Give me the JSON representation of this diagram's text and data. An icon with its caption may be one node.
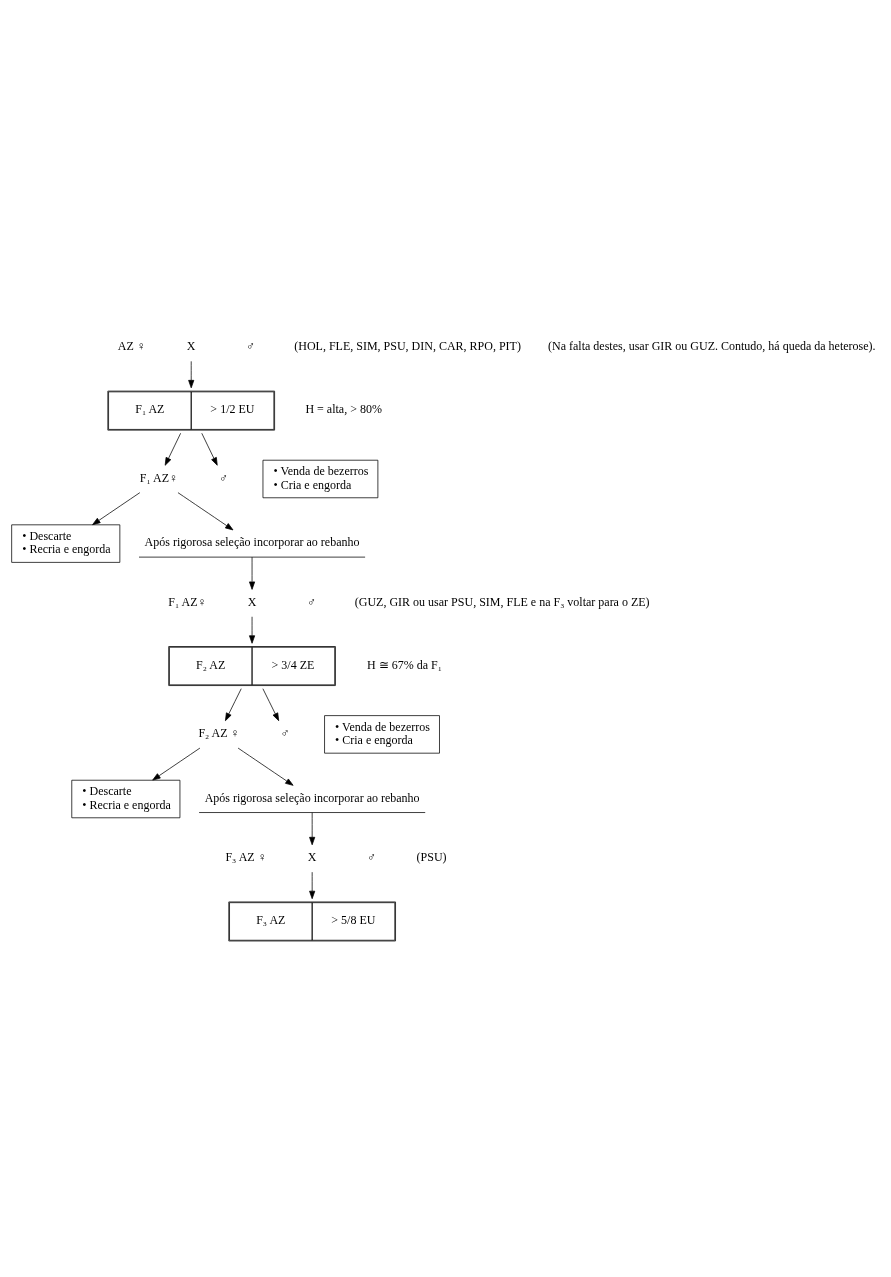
{
  "diagram": {
    "nodes": [
      {
        "text": [
          "X"
        ]
      },
      {
        "text": [
          "F₁ AZ",
          "> 1/2 EU"
        ]
      },
      {
        "text": [
          "F₁ AZ♀"
        ]
      },
      {
        "text": [
          "♂"
        ]
      },
      {
        "text": [
          "• Venda de bezerros",
          "• Cria e engorda"
        ]
      },
      {
        "text": [
          "• Descarte",
          "• Recria e engorda"
        ]
      },
      {
        "text": [
          "Após rigorosa seleção incorporar ao rebanho"
        ]
      },
      {
        "text": [
          "X"
        ]
      },
      {
        "text": [
          "F₂ AZ",
          "> 3/4 ZE"
        ]
      },
      {
        "text": [
          "F₂ AZ ♀"
        ]
      },
      {
        "text": [
          "♂"
        ]
      },
      {
        "text": [
          "• Venda de bezerros",
          "• Cria e engorda"
        ]
      },
      {
        "text": [
          "• Descarte",
          "• Recria e engorda"
        ]
      },
      {
        "text": [
          "Após rigorosa seleção incorporar ao rebanho"
        ]
      },
      {
        "text": [
          "X"
        ]
      },
      {
        "text": [
          "F₃ AZ",
          "> 5/8 EU"
        ]
      }
    ],
    "edges": [
      {
        "from": 0,
        "to": 1,
        "arrow": "to"
      },
      {
        "from": 1,
        "to": 2,
        "arrow": "to"
      },
      {
        "from": 1,
        "to": 3,
        "arrow": "to"
      },
      {
        "from": 2,
        "to": 5,
        "arrow": "to"
      },
      {
        "from": 2,
        "to": 6,
        "arrow": "to"
      },
      {
        "from": 6,
        "to": 7,
        "arrow": "to"
      },
      {
        "from": 7,
        "to": 8,
        "arrow": "to"
      },
      {
        "from": 8,
        "to": 9,
        "arrow": "to"
      },
      {
        "from": 8,
        "to": 10,
        "arrow": "to"
      },
      {
        "from": 9,
        "to": 12,
        "arrow": "to"
      },
      {
        "from": 9,
        "to": 13,
        "arrow": "to"
      },
      {
        "from": 13,
        "to": 14,
        "arrow": "to"
      },
      {
        "from": 14,
        "to": 15,
        "arrow": "to"
      }
    ],
    "labels": [
      "AZ ♀",
      "♂",
      "(HOL, FLE, SIM, PSU, DIN, CAR, RPO, PIT)",
      "(Na falta destes, usar GIR ou GUZ. Contudo, há queda da heterose).",
      "H = alta, > 80%",
      "F₁ AZ♀",
      "♂",
      "(GUZ, GIR ou usar PSU, SIM, FLE e na F₃ voltar para o ZE)",
      "H ≅ 67% da F₁",
      "F₃ AZ ♀",
      "♂",
      "(PSU)"
    ]
  }
}
